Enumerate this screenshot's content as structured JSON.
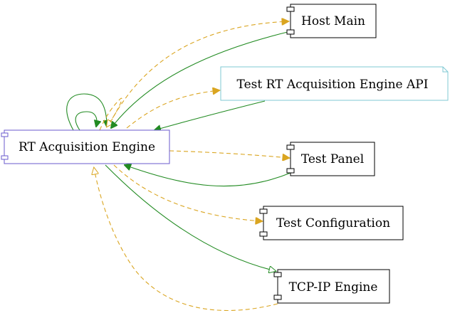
{
  "diagram": {
    "nodes": [
      {
        "id": "rt_engine",
        "label": "RT Acquisition Engine",
        "kind": "component",
        "border_color": "#6a5acd"
      },
      {
        "id": "host_main",
        "label": "Host Main",
        "kind": "component",
        "border_color": "#000000"
      },
      {
        "id": "api",
        "label": "Test RT Acquisition Engine API",
        "kind": "note",
        "border_color": "#7fc8d3"
      },
      {
        "id": "test_panel",
        "label": "Test Panel",
        "kind": "component",
        "border_color": "#000000"
      },
      {
        "id": "test_config",
        "label": "Test Configuration",
        "kind": "component",
        "border_color": "#000000"
      },
      {
        "id": "tcp_engine",
        "label": "TCP-IP Engine",
        "kind": "component",
        "border_color": "#000000"
      }
    ],
    "edge_colors": {
      "solid": "#228b22",
      "dashed": "#daa520"
    },
    "edges": [
      {
        "from": "rt_engine",
        "to": "host_main",
        "style": "dashed",
        "arrowhead": "filled"
      },
      {
        "from": "host_main",
        "to": "rt_engine",
        "style": "solid",
        "arrowhead": "filled"
      },
      {
        "from": "rt_engine",
        "to": "api",
        "style": "dashed",
        "arrowhead": "filled"
      },
      {
        "from": "api",
        "to": "rt_engine",
        "style": "solid",
        "arrowhead": "filled"
      },
      {
        "from": "rt_engine",
        "to": "test_panel",
        "style": "dashed",
        "arrowhead": "filled"
      },
      {
        "from": "test_panel",
        "to": "rt_engine",
        "style": "solid",
        "arrowhead": "filled"
      },
      {
        "from": "rt_engine",
        "to": "test_config",
        "style": "dashed",
        "arrowhead": "filled"
      },
      {
        "from": "rt_engine",
        "to": "tcp_engine",
        "style": "solid",
        "arrowhead": "open"
      },
      {
        "from": "tcp_engine",
        "to": "rt_engine",
        "style": "dashed",
        "arrowhead": "open"
      },
      {
        "from": "rt_engine",
        "to": "rt_engine",
        "style": "solid",
        "arrowhead": "filled"
      },
      {
        "from": "rt_engine",
        "to": "rt_engine",
        "style": "solid",
        "arrowhead": "filled"
      },
      {
        "from": "rt_engine",
        "to": "rt_engine",
        "style": "dashed",
        "arrowhead": "open"
      }
    ]
  }
}
